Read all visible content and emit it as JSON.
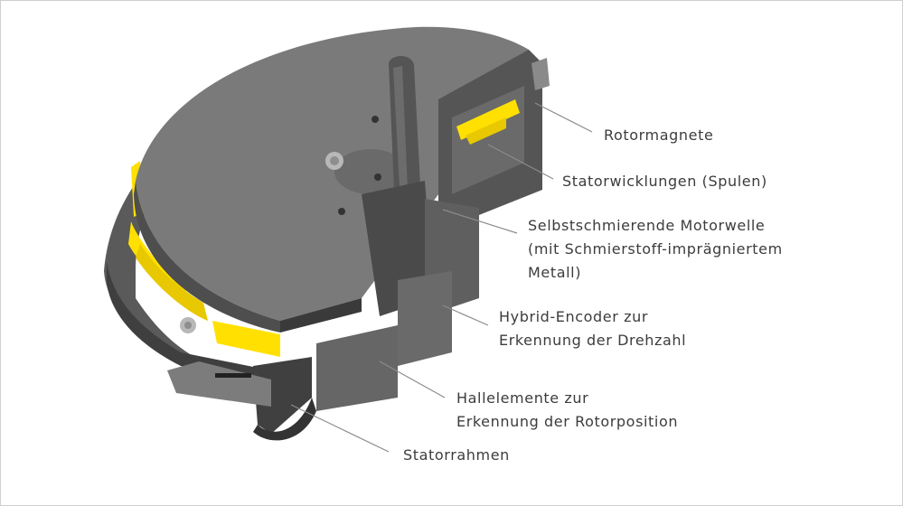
{
  "labels": {
    "rotormagnete": "Rotormagnete",
    "statorwicklungen": "Statorwicklungen (Spulen)",
    "motorwelle": [
      "Selbstschmierende Motorwelle",
      "(mit Schmierstoff-imprägniertem",
      "Metall)"
    ],
    "encoder": [
      "Hybrid-Encoder zur",
      "Erkennung der Drehzahl"
    ],
    "hall": [
      "Hallelemente zur",
      "Erkennung der Rotorposition"
    ],
    "statorrahmen": "Statorrahmen"
  },
  "colors": {
    "dark_gray": "#4a4a4a",
    "mid_gray": "#6f6f6f",
    "light_gray": "#8a8a8a",
    "yellow": "#ffe000",
    "leader_line": "#8c8c8c",
    "text": "#3c3c3c"
  }
}
